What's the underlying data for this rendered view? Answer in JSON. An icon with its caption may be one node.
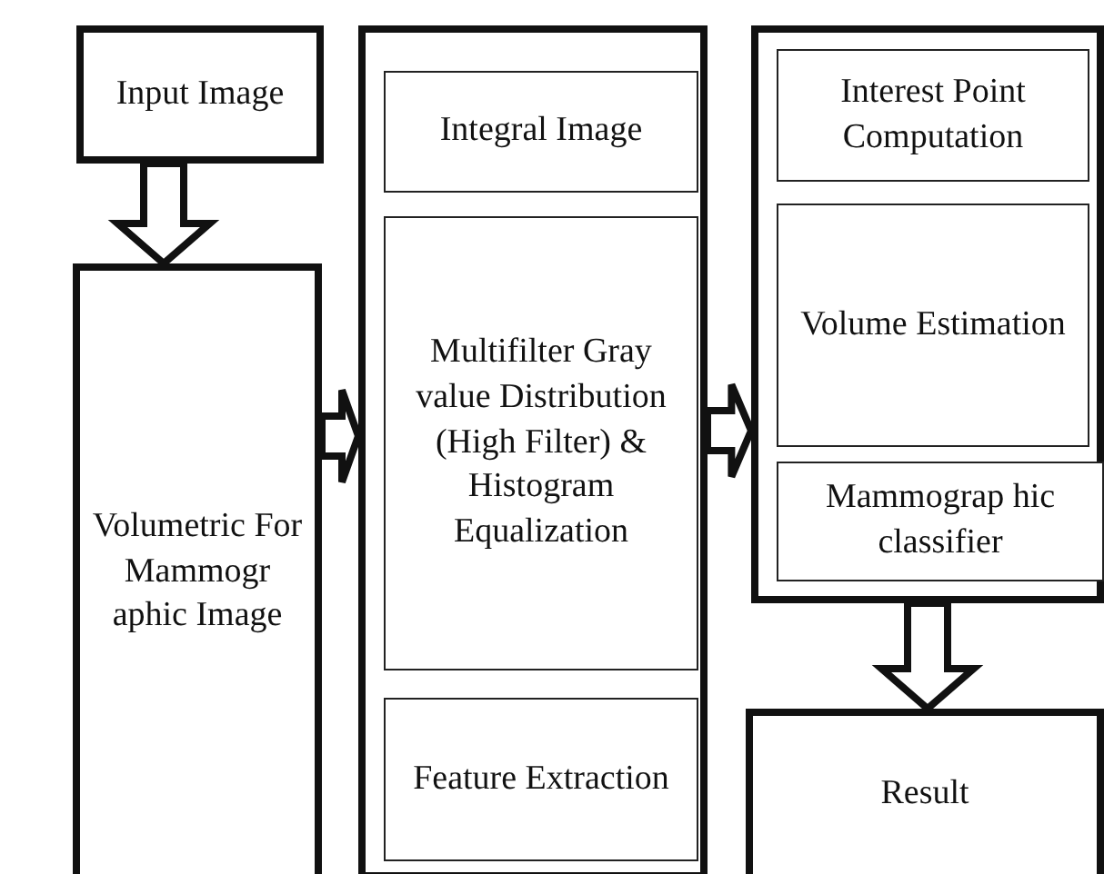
{
  "diagram": {
    "nodes": [
      {
        "text": [
          "Input Image"
        ]
      },
      {
        "text": [
          "Volumetric For Mammogr aphic Image"
        ]
      },
      {
        "text": [],
        "shape": "box"
      },
      {
        "text": [
          "Integral Image"
        ],
        "in": 2
      },
      {
        "text": [
          "Multifilter Gray value Distribution (High Filter) & Histogram Equalization"
        ],
        "in": 2
      },
      {
        "text": [
          "Feature Extraction"
        ],
        "in": 2
      },
      {
        "text": [],
        "shape": "box"
      },
      {
        "text": [
          "Interest Point Computation"
        ],
        "in": 6
      },
      {
        "text": [
          "Volume Estimation"
        ],
        "in": 6
      },
      {
        "text": [
          "Mammograp hic classifier"
        ],
        "in": 6
      },
      {
        "text": [
          "Result"
        ]
      }
    ],
    "edges": [
      {
        "from": 0,
        "to": 1,
        "arrow": "to"
      },
      {
        "from": 1,
        "to": 2,
        "arrow": "to"
      },
      {
        "from": 2,
        "to": 6,
        "arrow": "to"
      },
      {
        "from": 6,
        "to": 10,
        "arrow": "to"
      }
    ]
  }
}
